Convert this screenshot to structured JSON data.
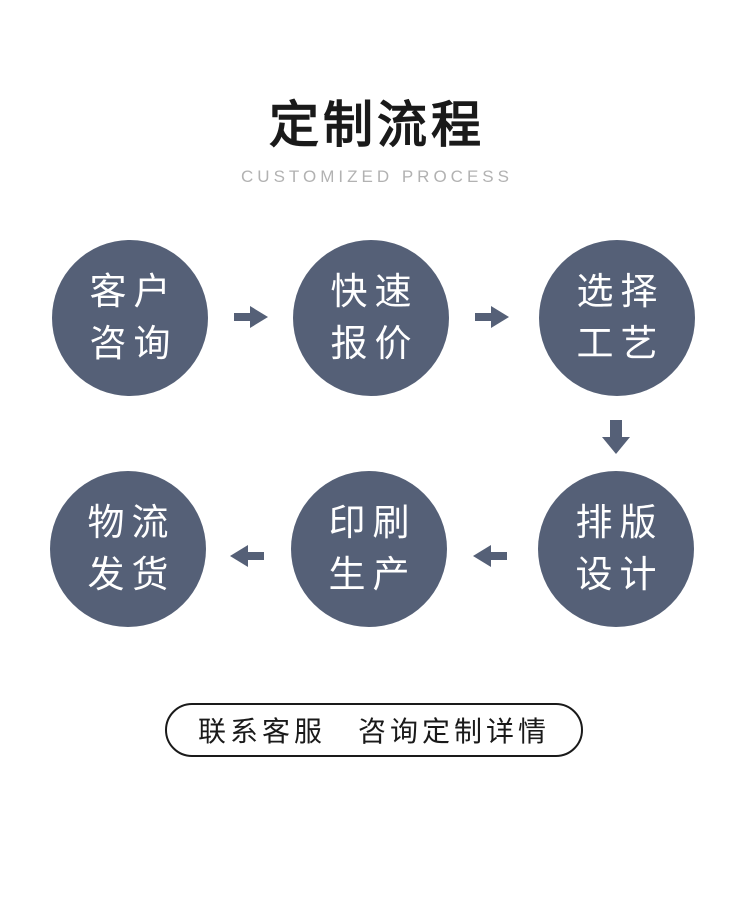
{
  "header": {
    "title": "定制流程",
    "subtitle": "CUSTOMIZED PROCESS"
  },
  "flow": {
    "circle_color": "#556077",
    "arrow_color": "#556077",
    "steps": [
      {
        "line1": "客户",
        "line2": "咨询"
      },
      {
        "line1": "快速",
        "line2": "报价"
      },
      {
        "line1": "选择",
        "line2": "工艺"
      },
      {
        "line1": "排版",
        "line2": "设计"
      },
      {
        "line1": "印刷",
        "line2": "生产"
      },
      {
        "line1": "物流",
        "line2": "发货"
      }
    ]
  },
  "footer": {
    "cta_label": "联系客服　咨询定制详情"
  },
  "colors": {
    "title": "#1a1a1a",
    "subtitle": "#b2b2b2",
    "cta_border": "#1a1a1a",
    "background": "#ffffff"
  }
}
